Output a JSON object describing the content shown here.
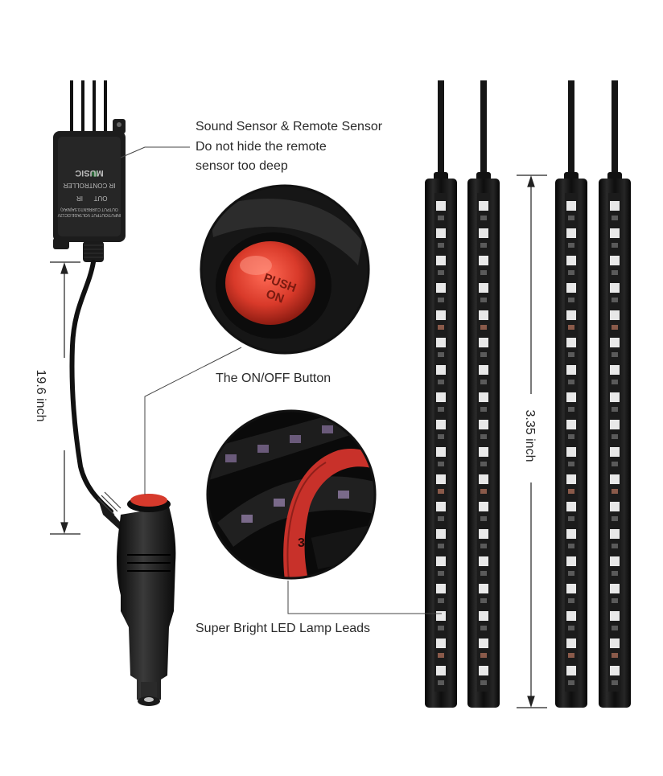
{
  "annotations": {
    "sensor_line1": "Sound Sensor & Remote Sensor",
    "sensor_line2": "Do not hide the remote",
    "sensor_line3": "sensor too deep",
    "button_label": "The ON/OFF Button",
    "leads_label": "Super Bright LED Lamp Leads"
  },
  "dimensions": {
    "cable_length": "19.6 inch",
    "strip_length": "3.35 inch"
  },
  "controller_text": {
    "brand": "MUSIC",
    "model": "IR CONTROLLER",
    "port_out": "OUT",
    "port_ir": "IR"
  },
  "button_text": "PUSH ON",
  "strip_marking": "3",
  "colors": {
    "background": "#ffffff",
    "strip_body": "#141414",
    "button_red": "#d23a2c",
    "ribbon_red": "#c8312a"
  },
  "strip_count": 4
}
